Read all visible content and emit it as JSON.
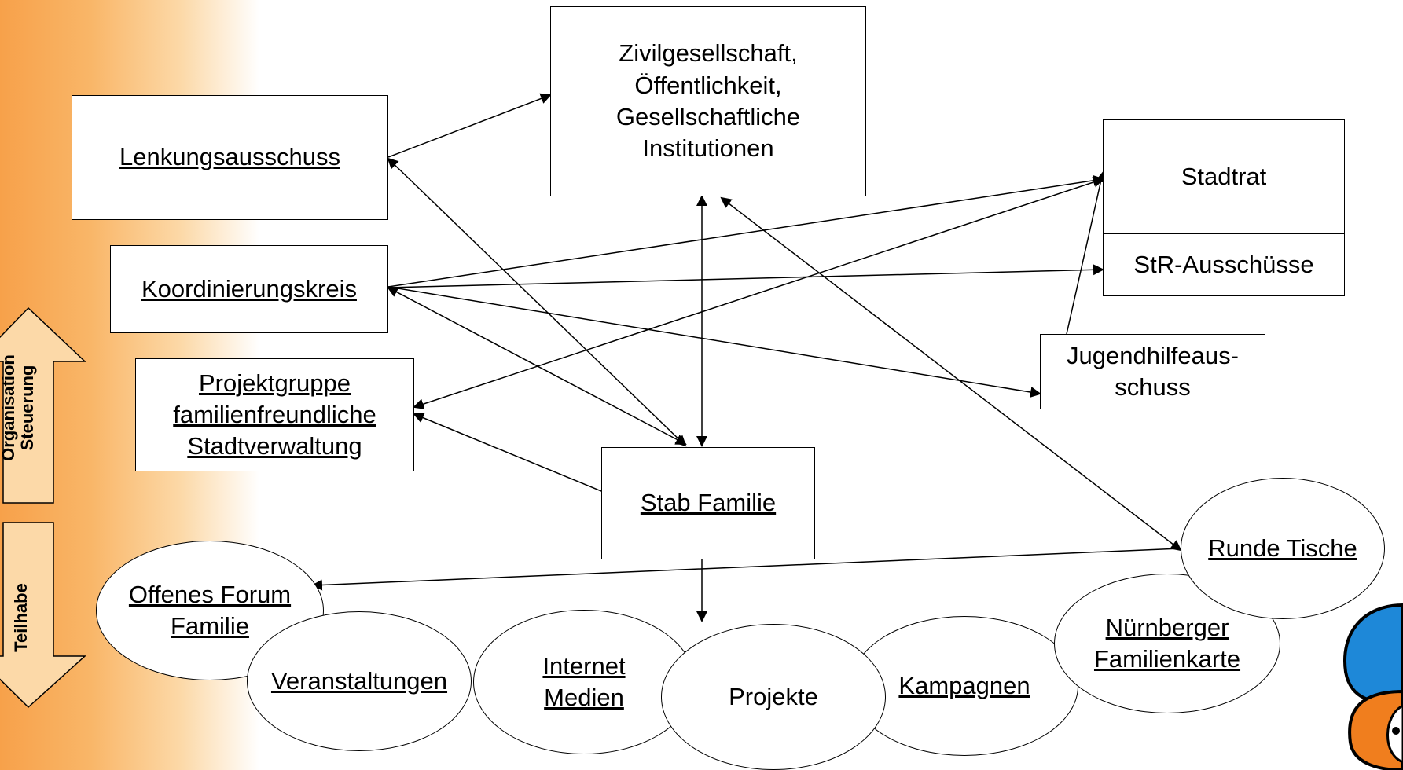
{
  "side_labels": {
    "top": "Organisation\nSteuerung",
    "bottom": "Teilhabe"
  },
  "nodes": {
    "zivil": "Zivilgesellschaft,\nÖffentlichkeit,\nGesellschaftliche\nInstitutionen",
    "lenkung": "Lenkungsausschuss",
    "stadtrat": "Stadtrat",
    "str_ausschuesse": "StR-Ausschüsse",
    "koordinierung": "Koordinierungskreis",
    "jugendhilfe": "Jugendhilfeaus-\nschuss",
    "projektgruppe": "Projektgruppe\nfamilienfreundliche\nStadtverwaltung",
    "stab": "Stab Familie",
    "runde_tische": "Runde Tische",
    "forum": "Offenes Forum\nFamilie",
    "veranstaltungen": "Veranstaltungen",
    "internet": "Internet\nMedien",
    "projekte": "Projekte",
    "kampagnen": "Kampagnen",
    "familienkarte": "Nürnberger\nFamilienkarte"
  },
  "colors": {
    "gradient_orange": "#f7a14a",
    "logo_blue": "#1e88d8",
    "logo_orange": "#f07e1e"
  }
}
